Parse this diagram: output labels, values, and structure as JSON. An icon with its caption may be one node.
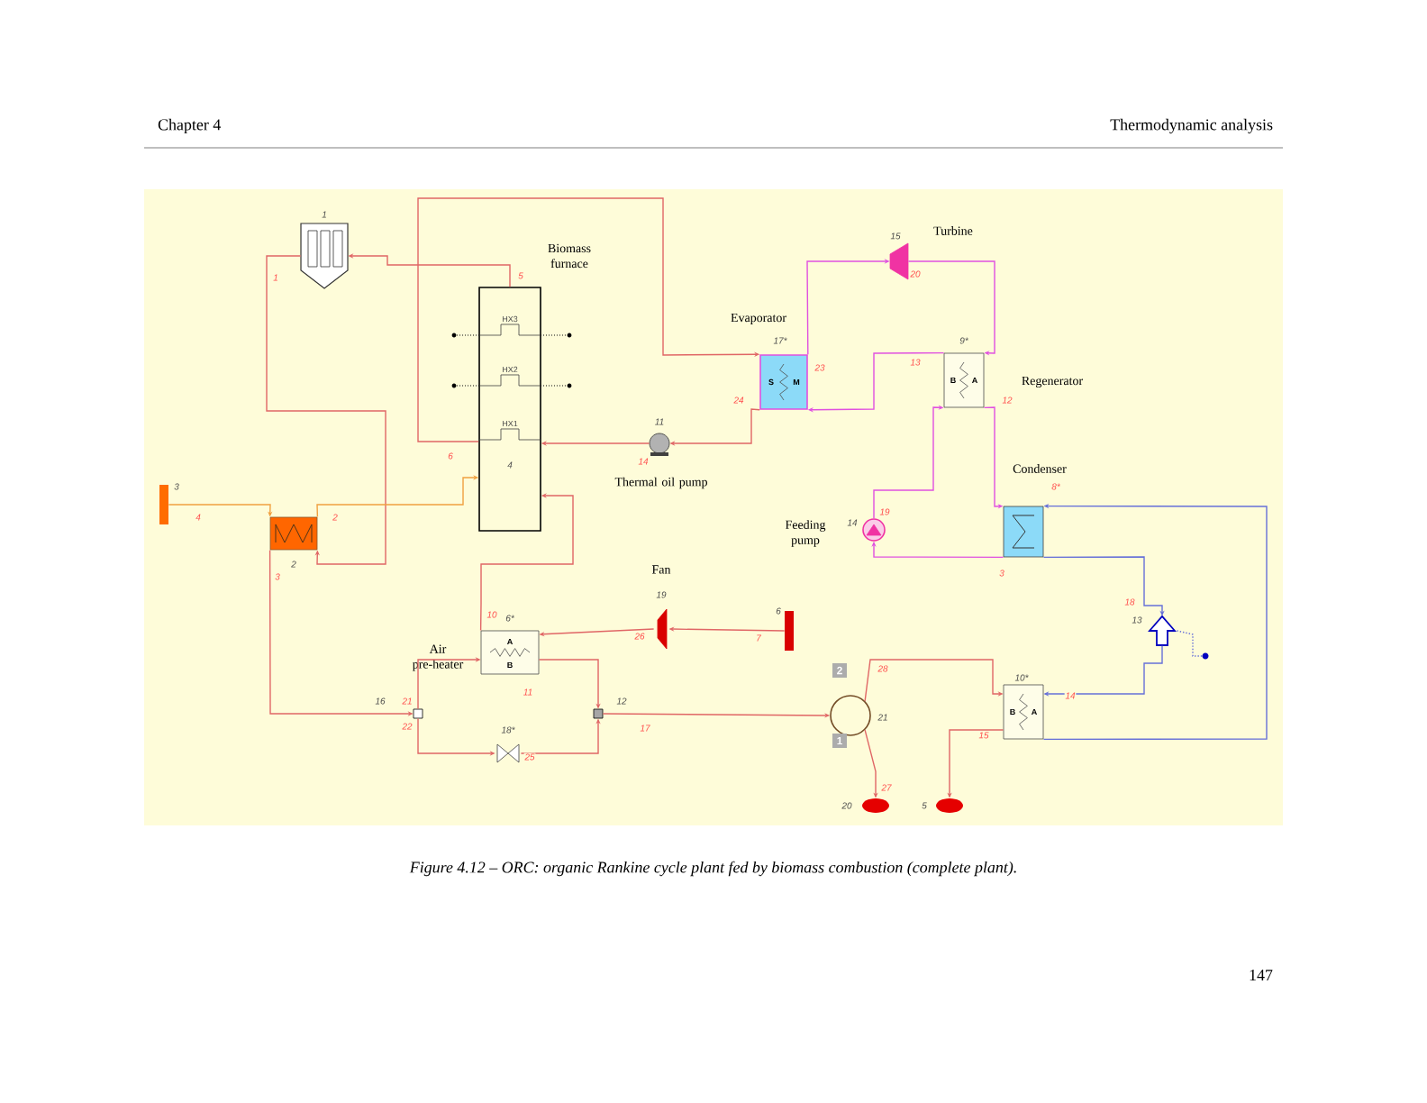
{
  "diagram": {
    "caption": "Figure 4.12 – ORC: organic Rankine cycle plant fed by biomass combustion (complete plant).",
    "nodes": [
      {
        "text": [
          "1"
        ]
      },
      {
        "text": [
          "HX3",
          "HX2",
          "HX1",
          "4"
        ],
        "beside": [
          "Biomass furnace"
        ]
      },
      {
        "text": [
          "11"
        ],
        "beside": [
          "Thermal oil pump"
        ]
      },
      {
        "text": [
          "S",
          "M",
          "17*"
        ],
        "beside": [
          "Evaporator"
        ]
      },
      {
        "text": [
          "15"
        ],
        "beside": [
          "Turbine"
        ]
      },
      {
        "text": [
          "B",
          "A",
          "9*"
        ],
        "beside": [
          "Regenerator"
        ]
      },
      {
        "text": [
          "8*"
        ],
        "beside": [
          "Condenser"
        ]
      },
      {
        "text": [
          "14"
        ],
        "beside": [
          "Feeding pump"
        ]
      },
      {
        "text": [
          "3"
        ]
      },
      {
        "text": [
          "2"
        ]
      },
      {
        "text": [
          "6*",
          "A",
          "B"
        ],
        "beside": [
          "Air pre-heater"
        ]
      },
      {
        "text": [
          "19"
        ],
        "beside": [
          "Fan"
        ]
      },
      {
        "text": [
          "6"
        ]
      },
      {
        "text": [
          "16"
        ]
      },
      {
        "text": [
          "12"
        ]
      },
      {
        "text": [
          "18*"
        ]
      },
      {
        "text": [
          "21"
        ]
      },
      {
        "text": [
          "20"
        ]
      },
      {
        "text": [
          "B",
          "A",
          "10*"
        ]
      },
      {
        "text": [
          "5"
        ]
      },
      {
        "text": [
          "13"
        ]
      },
      {
        "text": [],
        "shape": "circle"
      }
    ],
    "edges": [
      {
        "from": 1,
        "to": 0,
        "arrow": "to",
        "label": "5"
      },
      {
        "from": 0,
        "to": 9,
        "arrow": "to",
        "label": "1"
      },
      {
        "from": 8,
        "to": 9,
        "arrow": "to",
        "label": "4",
        "color": "#f0a040"
      },
      {
        "from": 9,
        "to": 1,
        "arrow": "to",
        "label": "2",
        "color": "#f0a040"
      },
      {
        "from": 1,
        "to": 3,
        "arrow": "to",
        "label": "6"
      },
      {
        "from": 3,
        "to": 2,
        "arrow": "to",
        "label": "24"
      },
      {
        "from": 2,
        "to": 1,
        "arrow": "to",
        "label": "14"
      },
      {
        "from": 3,
        "to": 4,
        "arrow": "to",
        "label": "23",
        "color": "#e050e0"
      },
      {
        "from": 4,
        "to": 5,
        "arrow": "to",
        "label": "20",
        "color": "#e050e0"
      },
      {
        "from": 5,
        "to": 6,
        "arrow": "to",
        "label": "12",
        "color": "#e050e0"
      },
      {
        "from": 5,
        "to": 3,
        "arrow": "to",
        "label": "13",
        "color": "#e050e0"
      },
      {
        "from": 7,
        "to": 5,
        "arrow": "to",
        "label": "19",
        "color": "#e050e0"
      },
      {
        "from": 6,
        "to": 7,
        "arrow": "to",
        "label": "3",
        "color": "#e050e0"
      },
      {
        "from": 18,
        "to": 6,
        "arrow": "to",
        "color": "#6670d8"
      },
      {
        "from": 6,
        "to": 20,
        "arrow": "to",
        "label": "18",
        "color": "#6670d8"
      },
      {
        "from": 20,
        "to": 18,
        "arrow": "to",
        "label": "14",
        "color": "#6670d8"
      },
      {
        "from": 20,
        "to": 21,
        "arrow": "none",
        "style": "dashed",
        "color": "#6670d8"
      },
      {
        "from": 16,
        "to": 18,
        "arrow": "to",
        "label": "28"
      },
      {
        "from": 16,
        "to": 17,
        "arrow": "to",
        "label": "27"
      },
      {
        "from": 18,
        "to": 19,
        "arrow": "to",
        "label": "15"
      },
      {
        "from": 14,
        "to": 16,
        "arrow": "to",
        "label": "17"
      },
      {
        "from": 13,
        "to": 10,
        "arrow": "to",
        "label": "21"
      },
      {
        "from": 10,
        "to": 14,
        "arrow": "to",
        "label": "11"
      },
      {
        "from": 13,
        "to": 15,
        "arrow": "to",
        "label": "22"
      },
      {
        "from": 15,
        "to": 14,
        "arrow": "to",
        "label": "25"
      },
      {
        "from": 9,
        "to": 13,
        "arrow": "to",
        "label": "3"
      },
      {
        "from": 12,
        "to": 11,
        "arrow": "to",
        "label": "7"
      },
      {
        "from": 11,
        "to": 10,
        "arrow": "to",
        "label": "26"
      },
      {
        "from": 10,
        "to": 1,
        "arrow": "to",
        "label": "10"
      }
    ],
    "labels": [
      "Chapter 4",
      "Thermodynamic analysis",
      "2",
      "1",
      "147"
    ]
  }
}
